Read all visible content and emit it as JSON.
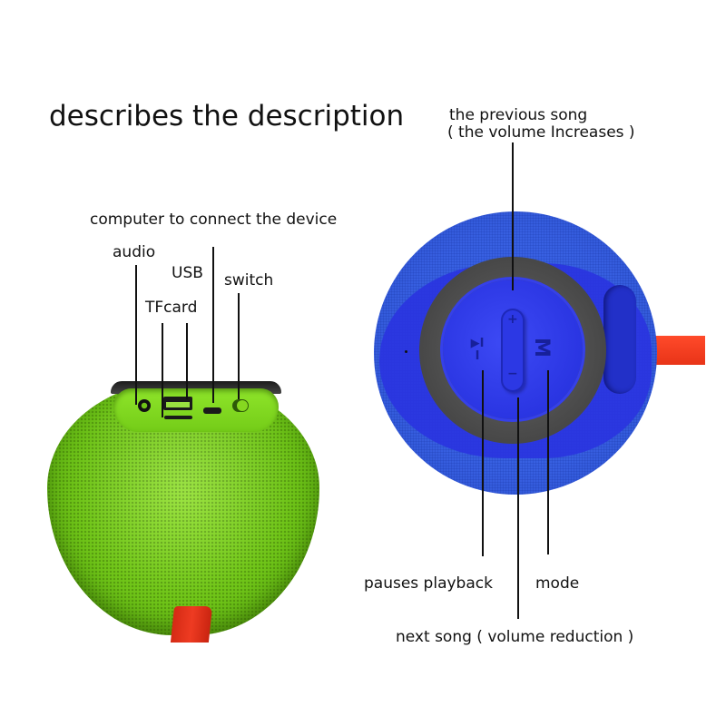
{
  "title": "describes the description",
  "left_speaker": {
    "color": "#7ed321",
    "strap_color": "#e83a20",
    "labels": {
      "computer": "computer to connect the device",
      "audio": "audio",
      "usb": "USB",
      "tfcard": "TFcard",
      "switch": "switch"
    }
  },
  "right_speaker": {
    "color": "#3a63e6",
    "strap_color": "#ff4a2a",
    "labels": {
      "previous_line1": "the previous song",
      "previous_line2": "( the volume Increases )",
      "pause": "pauses playback",
      "mode": "mode",
      "next": "next song ( volume reduction )"
    },
    "buttons": {
      "plus": "+",
      "minus": "−",
      "play_pause": "▶II",
      "mode": "M"
    }
  }
}
